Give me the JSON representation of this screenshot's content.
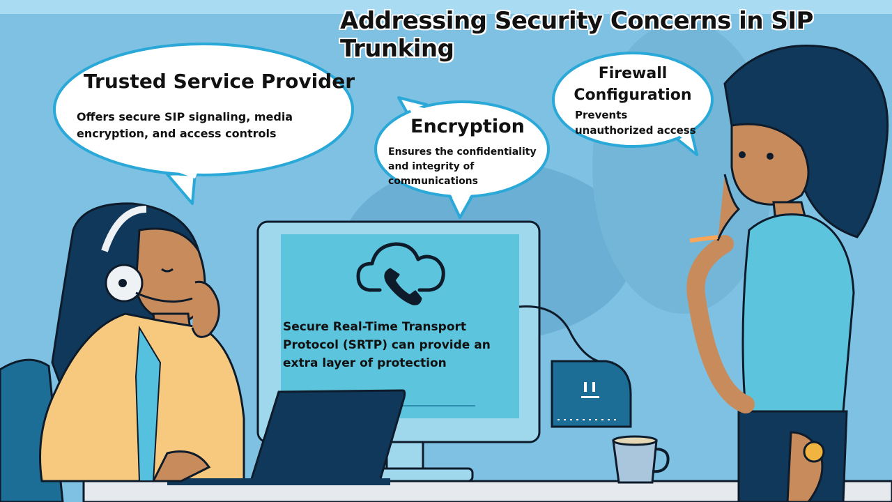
{
  "title": "Addressing Security Concerns in SIP Trunking",
  "bubbles": {
    "trusted_provider": {
      "heading": "Trusted Service Provider",
      "body": "Offers secure SIP signaling, media encryption, and access controls"
    },
    "encryption": {
      "heading": "Encryption",
      "body": "Ensures the confidentiality and integrity of communications"
    },
    "firewall": {
      "heading": "Firewall Configuration",
      "body": "Prevents unauthorized access"
    }
  },
  "screen": {
    "icon": "cloud-phone-icon",
    "text": "Secure Real-Time Transport Protocol (SRTP) can provide an extra layer of protection"
  },
  "colors": {
    "background": "#7fc1e3",
    "screen": "#5cc4dc",
    "bubble": "#ffffff",
    "bubble_border": "#2aa8d8"
  }
}
